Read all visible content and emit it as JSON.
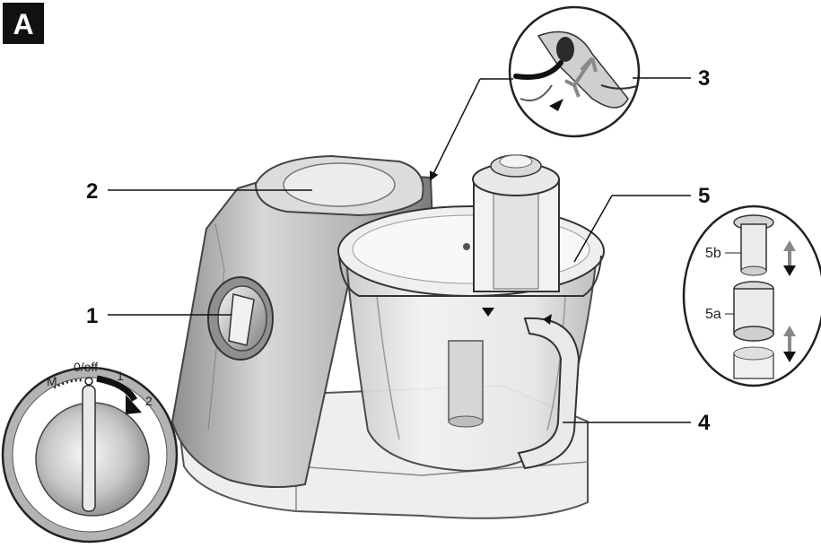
{
  "panel_label": "A",
  "callouts": {
    "c1": "1",
    "c2": "2",
    "c3": "3",
    "c4": "4",
    "c5": "5"
  },
  "detail_5": {
    "part_b": "5b",
    "part_a": "5a"
  },
  "dial": {
    "m": "M",
    "off": "0/off",
    "s1": "1",
    "s2": "2"
  }
}
